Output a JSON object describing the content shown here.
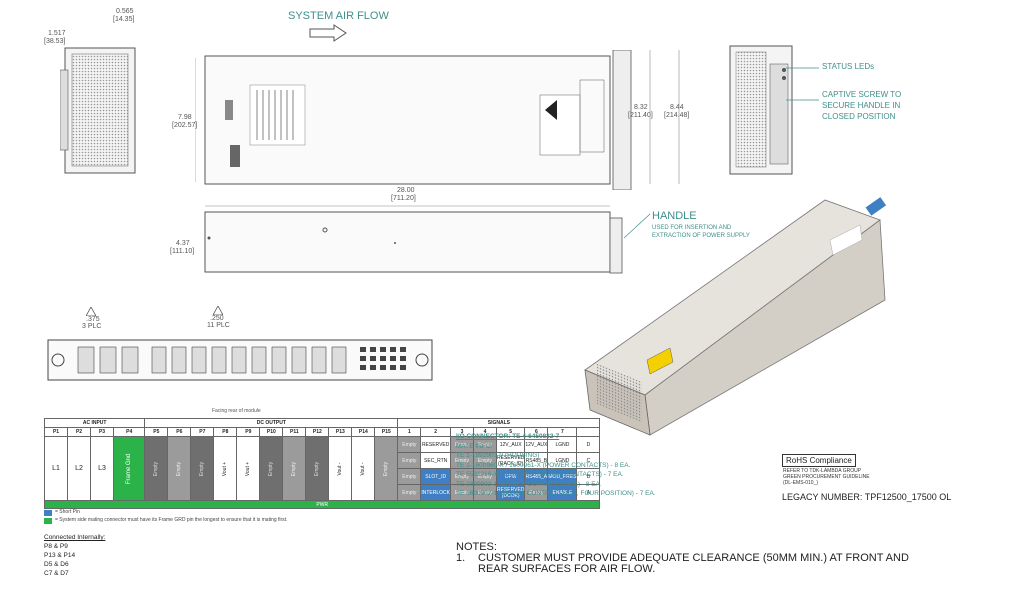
{
  "top": {
    "airflow": "SYSTEM AIR FLOW",
    "dim_0565": "0.565",
    "dim_1435": "[14.35]",
    "dim_1517": "1.517",
    "dim_3853": "[38.53]",
    "dim_798": "7.98",
    "dim_20257": "[202.57]",
    "dim_832": "8.32",
    "dim_21140": "[211.40]",
    "dim_844": "8.44",
    "dim_21448": "[214.48]",
    "status_leds": "STATUS LEDs",
    "captive_1": "CAPTIVE SCREW TO",
    "captive_2": "SECURE HANDLE IN",
    "captive_3": "CLOSED POSITION"
  },
  "side": {
    "dim_2800": "28.00",
    "dim_71120": "[711.20]",
    "dim_437": "4.37",
    "dim_11110": "[111.10]",
    "handle": "HANDLE",
    "handle_sub1": "USED FOR INSERTION AND",
    "handle_sub2": "EXTRACTION OF POWER SUPPLY"
  },
  "connector": {
    "dim_375": ".375",
    "plc3": "3 PLC",
    "dim_250": ".250",
    "plc11": "11 PLC",
    "facing": "Facing rear of module"
  },
  "table": {
    "ac_input": "AC INPUT",
    "dc_output": "DC OUTPUT",
    "signals": "SIGNALS",
    "cols": [
      "P1",
      "P2",
      "P3",
      "P4",
      "P5",
      "P6",
      "P7",
      "P8",
      "P9",
      "P10",
      "P11",
      "P12",
      "P13",
      "P14",
      "P15"
    ],
    "sigcols": [
      "1",
      "2",
      "3",
      "4",
      "5",
      "6",
      "7"
    ],
    "l1": "L1",
    "l2": "L2",
    "l3": "L3",
    "frame_gnd": "Frame Gnd",
    "empty": "Empty",
    "vout_plus": "Vout +",
    "vout_minus": "Vout -",
    "pwr": "PWR",
    "rows": [
      {
        "row": "D",
        "cells": [
          "Empty",
          "RESERVED",
          "Empty",
          "Empty",
          "12V_AUX",
          "12V_AUX",
          "LGND"
        ]
      },
      {
        "row": "C",
        "cells": [
          "Empty",
          "SEC_RTN",
          "Empty",
          "Empty",
          "RESERVED (RACK_ID)",
          "RS485_B",
          "LGND"
        ]
      },
      {
        "row": "B",
        "cells": [
          "Empty",
          "SLOT_ID",
          "Empty",
          "Empty",
          "OPW",
          "RS485_A",
          "MOD_PRES"
        ]
      },
      {
        "row": "A",
        "cells": [
          "Empty",
          "INTERLOCK",
          "Empty",
          "Empty",
          "RESERVED (DCOK)",
          "Empty",
          "ENABLE"
        ]
      }
    ]
  },
  "legend": {
    "short_pin": "= Short Pin",
    "frame_note": "= System side mating connector must have its Frame GRD pin the longest to ensure that it is mating first."
  },
  "internal": {
    "title": "Connected Internally:",
    "items": [
      "P8 & P9",
      "P13 & P14",
      "D5 & D6",
      "C7 & D7"
    ]
  },
  "io": {
    "title": "I/O CONNECTOR: TE 4-6450832-7",
    "mate": "MATE INFO:",
    "lines": [
      "TE 1-1892903-9 (HOUSING)",
      "TE 1-1600960-X / 1600961-X (POWER CONTACTS) - 8 EA.",
      "TE 5531216-X / 5531224-X (SIGNAL CONTACTS) - 7 EA.",
      "TE 1600903-1 (POWER CONTACT LOCK) - 8 EA.",
      "TE 1600902-1 (SIGNAL CONTACT LOCK, FOUR POSITION) - 7 EA."
    ]
  },
  "rohs": {
    "title": "RoHS Compliance",
    "l1": "REFER TO TDK-LAMBDA GROUP",
    "l2": "GREEN PROCUREMENT GUIDELINE",
    "l3": "(DL-EMS-010_)",
    "legacy": "LEGACY NUMBER: TPF12500_17500 OL"
  },
  "notes": {
    "title": "NOTES:",
    "num": "1.",
    "l1": "CUSTOMER MUST PROVIDE ADEQUATE CLEARANCE (50MM MIN.) AT FRONT AND",
    "l2": "REAR SURFACES FOR AIR FLOW."
  },
  "colors": {
    "teal": "#3f8f8a",
    "green": "#2bb34a",
    "blue": "#3f7fc4",
    "gray": "#9b9b9b"
  }
}
